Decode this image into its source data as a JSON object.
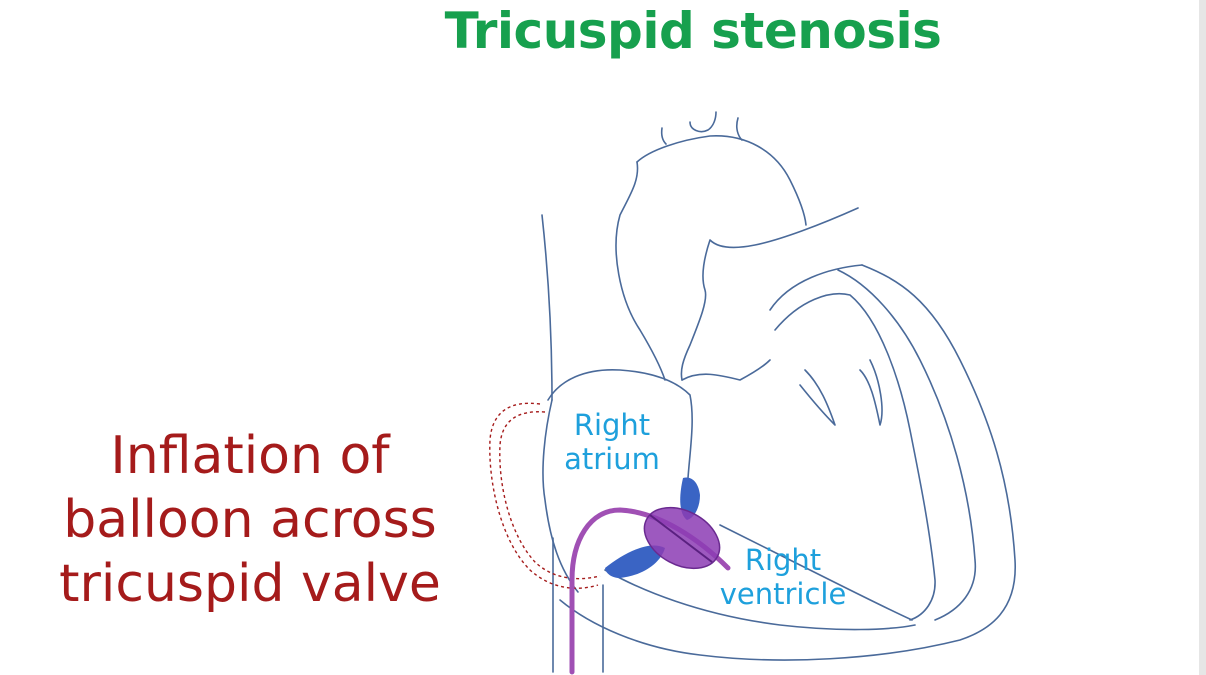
{
  "title": "Tricuspid stenosis",
  "caption": {
    "line1": "Inflation of",
    "line2": "balloon across",
    "line3": "tricuspid valve"
  },
  "labels": {
    "right_atrium": {
      "line1": "Right",
      "line2": "atrium"
    },
    "right_ventricle": {
      "line1": "Right",
      "line2": "ventricle"
    }
  },
  "colors": {
    "title": "#17a04e",
    "caption": "#a51b1b",
    "labels": "#1ea0dc",
    "outline": "#4a6a9a",
    "valve": "#3a64c4",
    "balloon": "#8c3cb4",
    "catheter": "#a050b4",
    "dashed": "#a51b1b"
  }
}
